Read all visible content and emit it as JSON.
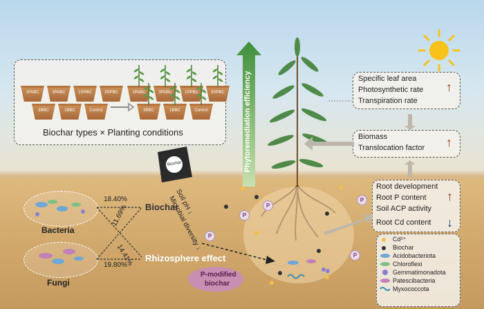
{
  "panel": {
    "pots_left": [
      "1PABC",
      "3PABC",
      "1SPBC",
      "3SPBC",
      "3BBC",
      "1BBC",
      "Control"
    ],
    "pots_right": [
      "1PABC",
      "3PABC",
      "1SPBC",
      "3SPBC",
      "3BBC",
      "1BBC",
      "Control"
    ],
    "caption": "Biochar types × Planting conditions"
  },
  "labels": {
    "efficiency": "Phytoremediation efficiency",
    "bag": "Biochar",
    "biochar": "Biochar",
    "rhizosphere": "Rhizosphere effect",
    "p_biochar": [
      "P-modified",
      "biochar"
    ],
    "p": "P"
  },
  "leaf_traits": [
    "Specific leaf area",
    "Photosynthetic rate",
    "Transpiration rate"
  ],
  "biomass_traits": [
    "Biomass",
    "Translocation factor"
  ],
  "root_traits": [
    "Root development",
    "Root P content",
    "Soil ACP activity"
  ],
  "root_cd": "Root Cd content",
  "arrows": {
    "up": "↑",
    "down": "↓"
  },
  "soil": {
    "ph": "Soil pH",
    "diversity": "Microbial diversity"
  },
  "microbes": {
    "bacteria": "Bacteria",
    "fungi": "Fungi"
  },
  "percentages": [
    "18.40%",
    "11.69%",
    "14.41%",
    "19.80%"
  ],
  "legend": [
    "Cd²⁺",
    "Biochar",
    "Acidobacteriota",
    "Chloroflexi",
    "Gemmatimonadota",
    "Patescibacteria",
    "Myxococcota"
  ]
}
